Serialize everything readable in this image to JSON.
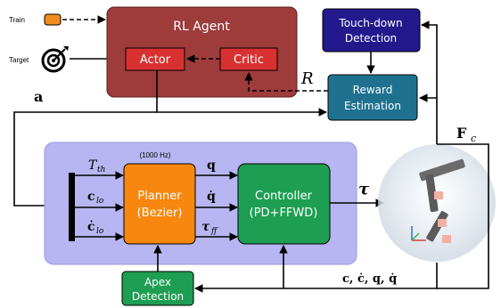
{
  "legend": {
    "train_label": "Train",
    "target_label": "Target"
  },
  "rl_agent": {
    "title": "RL Agent",
    "actor": "Actor",
    "critic": "Critic"
  },
  "touchdown": {
    "line1": "Touch-down",
    "line2": "Detection"
  },
  "reward": {
    "line1": "Reward",
    "line2": "Estimation"
  },
  "planner": {
    "line1": "Planner",
    "line2": "(Bezier)",
    "rate": "(1000 Hz)"
  },
  "controller": {
    "line1": "Controller",
    "line2": "(PD+FFWD)"
  },
  "apex": {
    "line1": "Apex",
    "line2": "Detection"
  },
  "math_labels": {
    "action": "a",
    "reward": "R",
    "force": "F",
    "force_sub": "c",
    "torque": "τ",
    "feedback": "c, ċ, q, q̇",
    "q": "q",
    "qdot": "q̇",
    "tau_ff": "τ",
    "tau_ff_sub": "ff",
    "t_th": "T",
    "t_th_sub": "th",
    "c_lo": "c",
    "c_lo_sub": "lo",
    "cdot_lo": "ċ",
    "cdot_lo_sub": "lo"
  },
  "colors": {
    "rl_agent_fill": "#9e3b3b",
    "actor_critic_fill": "#d93131",
    "touchdown_fill": "#23188c",
    "reward_fill": "#1f7190",
    "planner_panel": "#b7b6f2",
    "planner_fill": "#f7870e",
    "controller_fill": "#1e9e52",
    "apex_fill": "#1e9e52",
    "train_icon": "#f28c1d"
  },
  "icons": [
    "train-icon",
    "target-icon",
    "robot-leg-image"
  ]
}
